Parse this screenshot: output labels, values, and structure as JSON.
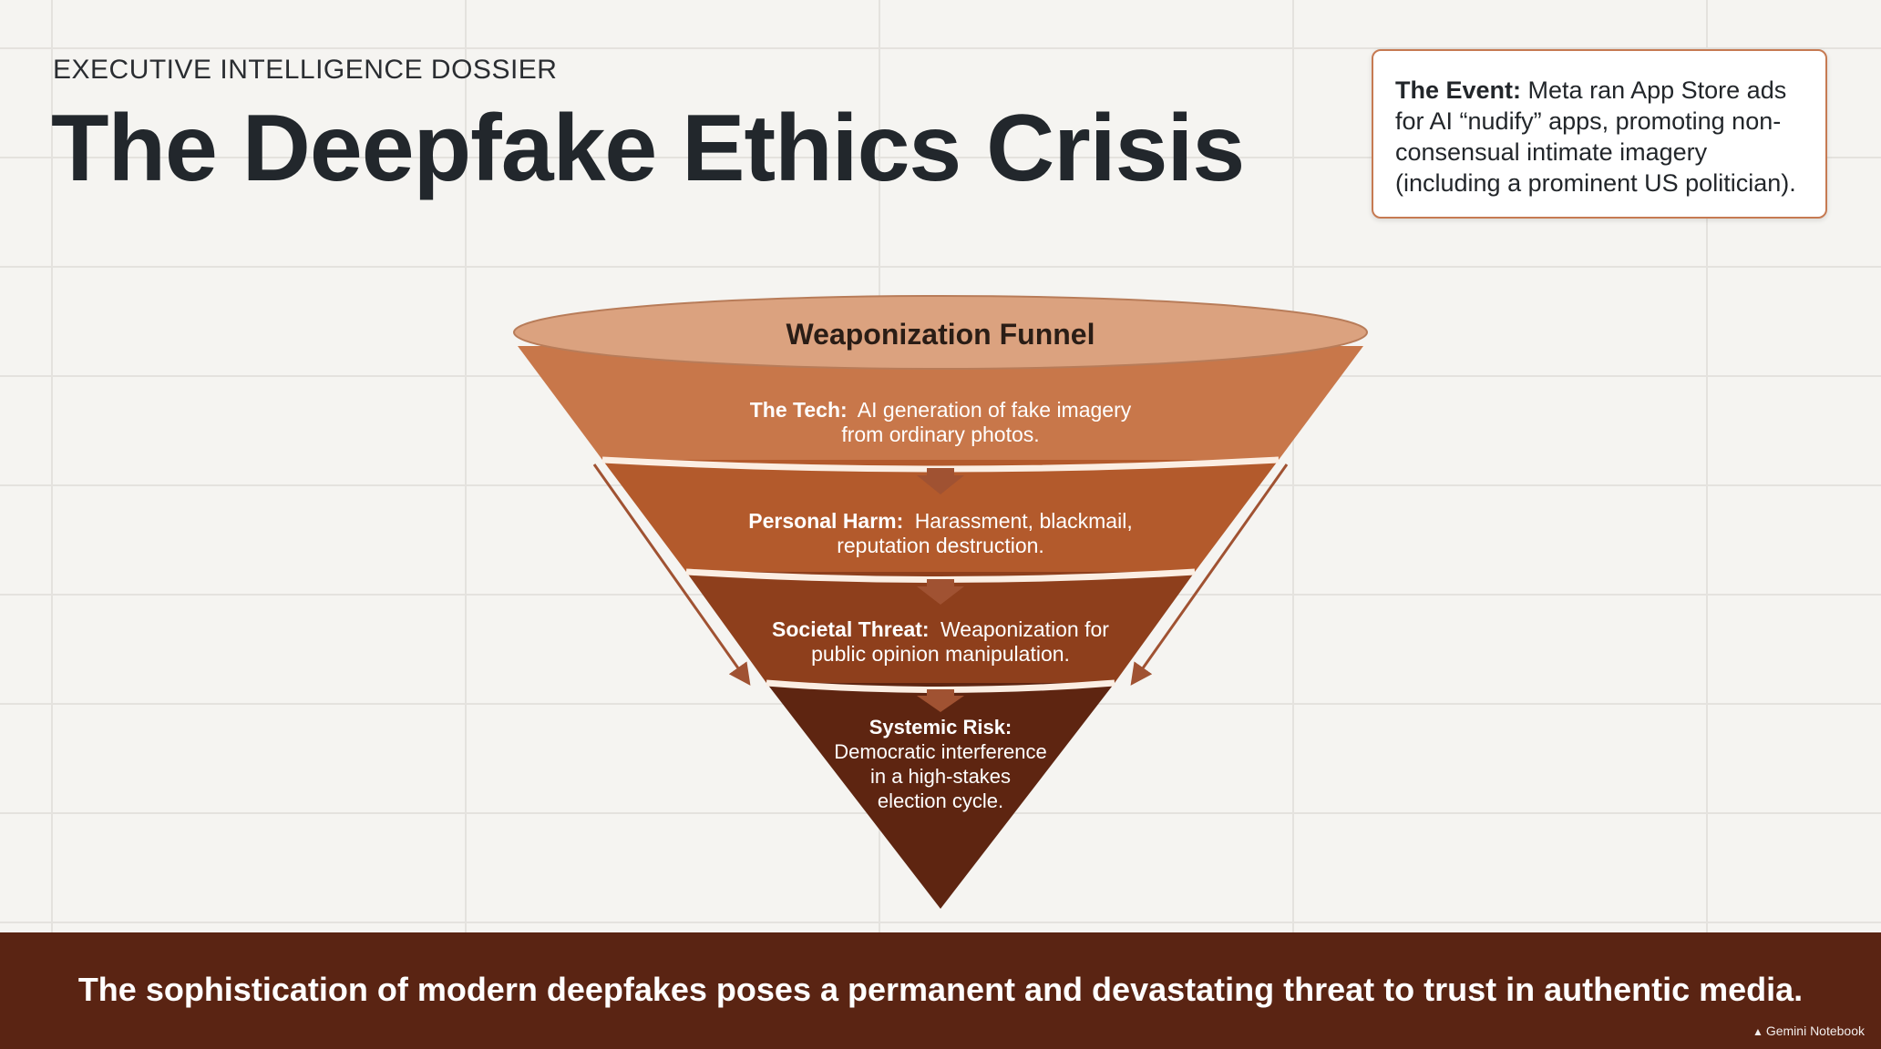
{
  "header": {
    "kicker": "EXECUTIVE INTELLIGENCE DOSSIER",
    "title": "The Deepfake Ethics Crisis"
  },
  "event": {
    "label": "The Event:",
    "text": "Meta ran App Store ads for AI “nudify” apps, promoting non-consensual intimate imagery (including a prominent US politician)."
  },
  "funnel": {
    "title": "Weaponization Funnel",
    "stages": [
      {
        "label": "The Tech:",
        "lines": [
          "AI generation of fake imagery",
          "from ordinary photos."
        ]
      },
      {
        "label": "Personal Harm:",
        "lines": [
          "Harassment, blackmail,",
          "reputation destruction."
        ]
      },
      {
        "label": "Societal Threat:",
        "lines": [
          "Weaponization for",
          "public opinion manipulation."
        ]
      },
      {
        "label": "Systemic Risk:",
        "lines": [
          "Democratic interference",
          "in a high-stakes",
          "election cycle."
        ]
      }
    ],
    "colors": {
      "rim": "#dba27f",
      "stage1": "#c8774a",
      "stage2": "#b35a2c",
      "stage3": "#8e3f1c",
      "stage4": "#5e2511",
      "rule": "#fbeee3",
      "arrow": "#a05232"
    }
  },
  "footer": {
    "text": "The sophistication of modern deepfakes poses a permanent and devastating threat to trust in authentic media.",
    "badge": "Gemini Notebook"
  }
}
